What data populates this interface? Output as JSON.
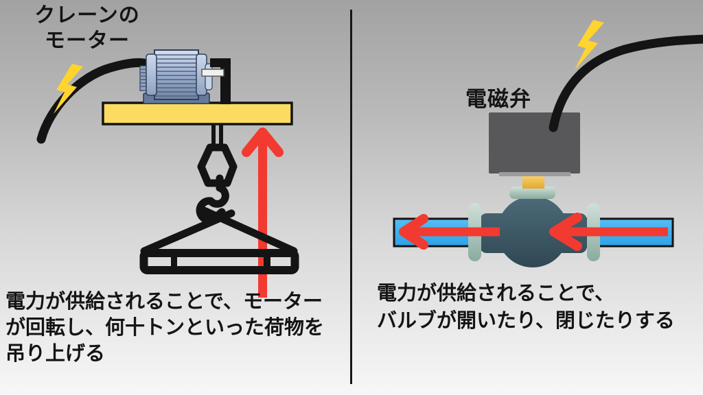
{
  "panels": {
    "left": {
      "title": "クレーンの\nモーター",
      "caption": "電力が供給されることで、モーター\nが回転し、何十トンといった荷物を\n吊り上げる",
      "diagram_elements": [
        "lightning-bolt-icon",
        "power-cable",
        "electric-motor",
        "mounting-beam",
        "hoist-bracket",
        "hook-link",
        "crane-hook",
        "sling-lines",
        "spreader-bar",
        "up-arrow"
      ]
    },
    "right": {
      "title": "電磁弁",
      "caption": "電力が供給されることで、\nバルブが開いたり、閉じたりする",
      "diagram_elements": [
        "lightning-bolt-icon",
        "power-cable",
        "solenoid-box",
        "valve-stem",
        "valve-bonnet",
        "valve-body",
        "pipe",
        "pipe-flanges",
        "flow-arrows-left"
      ]
    }
  },
  "colors": {
    "arrow_red": "#f23a31",
    "bolt_yellow": "#ffd42e",
    "beam_yellow": "#fbdc60",
    "pipe_blue": "#3fb2f2",
    "valve_slate": "#3d5a68",
    "flange_sage": "#a9c7bd",
    "solenoid_gray": "#58585a",
    "ink_black": "#141414",
    "background_top": "#a2a2a2",
    "background_bottom": "#f7f7f7"
  }
}
